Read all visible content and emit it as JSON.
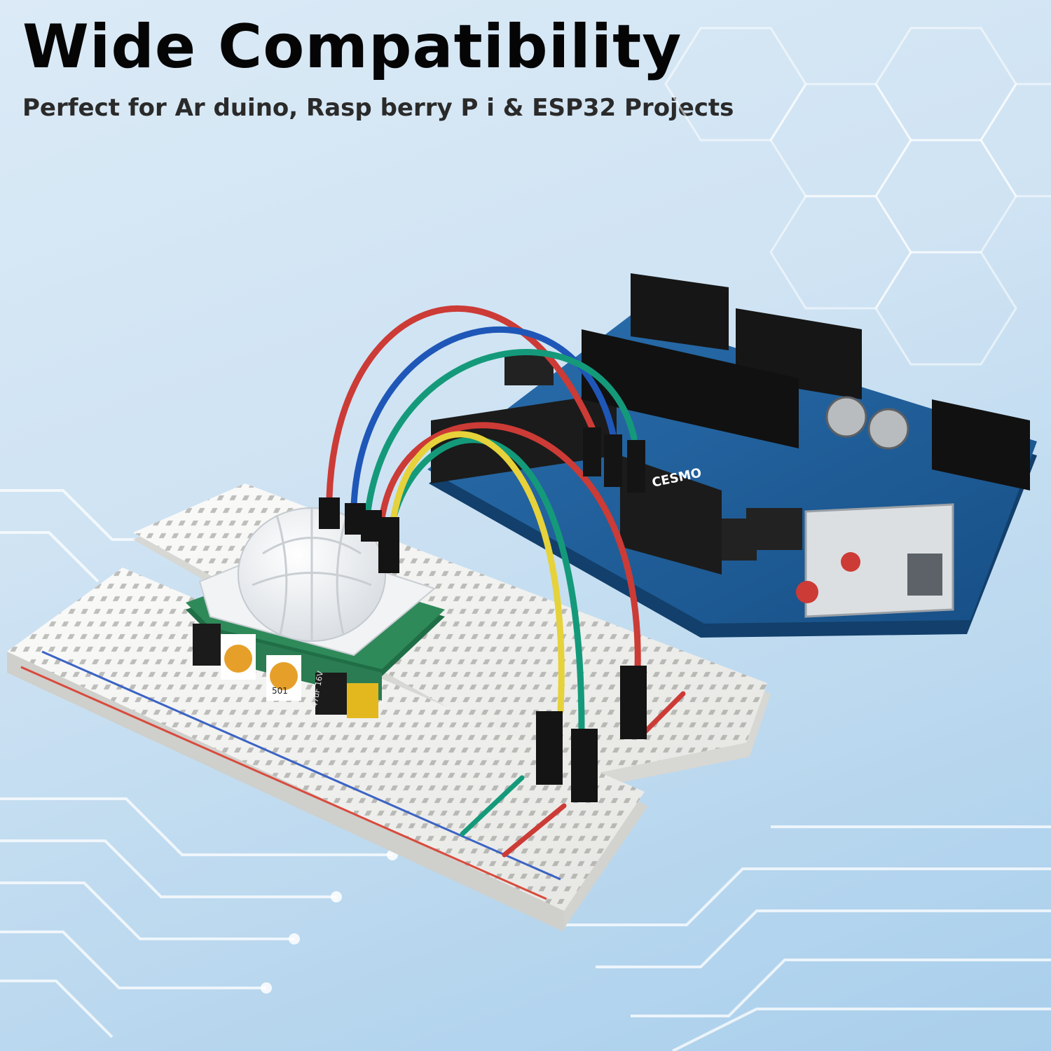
{
  "banner": {
    "title": "Wide Compatibility",
    "subtitle": "Perfect for Ar duino, Rasp berry P i & ESP32 Projects"
  },
  "board": {
    "brand_label": "CESMO"
  },
  "sensor": {
    "capacitor_label": "47uF 16V",
    "pot_label": "501"
  },
  "palette": {
    "background": "#cfe3f3",
    "board_blue": "#1f5f99",
    "breadboard": "#f1f1ef",
    "wire_red": "#cc3b36",
    "wire_blue": "#1f57b8",
    "wire_green": "#149a7a",
    "wire_yellow": "#e6d23a",
    "pcb_green": "#2f8a5a"
  }
}
